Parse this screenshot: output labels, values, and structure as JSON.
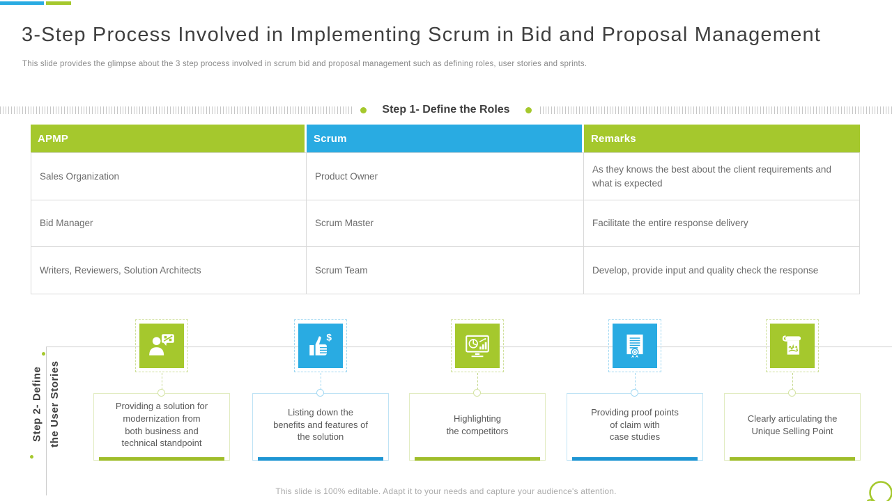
{
  "header": {
    "title": "3-Step Process Involved in Implementing Scrum in Bid and Proposal Management",
    "subtitle": "This slide provides the glimpse about the 3 step process involved in scrum bid and proposal management such as defining roles, user stories and sprints."
  },
  "step1": {
    "heading": "Step 1- Define the Roles",
    "table": {
      "headers": [
        "APMP",
        "Scrum",
        "Remarks"
      ],
      "rows": [
        {
          "apmp": "Sales Organization",
          "scrum": "Product Owner",
          "remarks": "As they knows the best about the client requirements and what is expected"
        },
        {
          "apmp": "Bid Manager",
          "scrum": "Scrum Master",
          "remarks": "Facilitate the entire response delivery"
        },
        {
          "apmp": "Writers, Reviewers,  Solution Architects",
          "scrum": "Scrum Team",
          "remarks": "Develop, provide input and quality check the response"
        }
      ]
    }
  },
  "step2": {
    "heading": "Step 2- Define\nthe User Stories",
    "items": [
      {
        "icon": "presenter-icon",
        "color": "green",
        "text": "Providing a solution for\nmodernization from\nboth business and\ntechnical standpoint"
      },
      {
        "icon": "thumbs-up-dollar-icon",
        "color": "blue",
        "text": "Listing down the\nbenefits and features of\nthe solution"
      },
      {
        "icon": "monitor-chart-icon",
        "color": "green",
        "text": "Highlighting\nthe competitors"
      },
      {
        "icon": "certificate-icon",
        "color": "blue",
        "text": "Providing proof points\nof claim with\ncase studies"
      },
      {
        "icon": "scroll-signature-icon",
        "color": "green",
        "text": "Clearly articulating the\nUnique Selling Point"
      }
    ]
  },
  "footer": {
    "note": "This slide is 100% editable. Adapt it to your needs and capture your audience's attention."
  },
  "colors": {
    "green": "#a5c82d",
    "blue": "#29abe2",
    "blue_dark": "#1e95d3",
    "green_dark": "#9fbd2a",
    "text_dark": "#404040",
    "text_gray": "#6b6b6b",
    "border_gray": "#d9d9d9"
  }
}
